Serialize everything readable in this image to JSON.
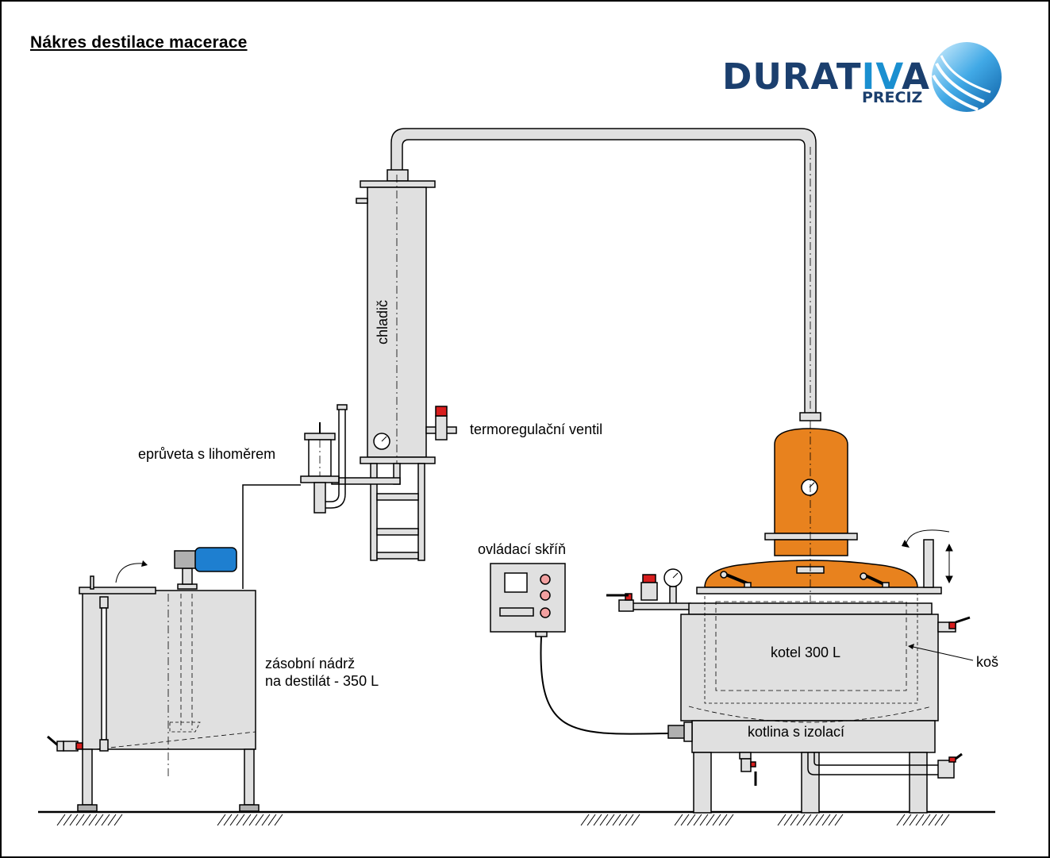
{
  "title": "Nákres destilace macerace",
  "logo": {
    "word_dark": "DURAT",
    "word_accent": "IV",
    "word_tail": "A",
    "sub": "PRECIZ",
    "colors": {
      "dark": "#1b3f6e",
      "accent": "#1a8fd0"
    }
  },
  "labels": {
    "condenser": "chladič",
    "thermo_valve": "termoregulační ventil",
    "test_tube": "eprůveta s lihoměrem",
    "control_cabinet": "ovládací skříň",
    "storage_tank_line1": "zásobní nádrž",
    "storage_tank_line2": "na destilát - 350 L",
    "boiler": "kotel 300 L",
    "basket": "koš",
    "jacket": "kotlina s izolací"
  },
  "colors": {
    "steel": "#e0e0e0",
    "copper": "#e8821e",
    "motor": "#1e7fd0",
    "valve_red": "#d81e1e",
    "button_pink": "#f2a0a0"
  }
}
